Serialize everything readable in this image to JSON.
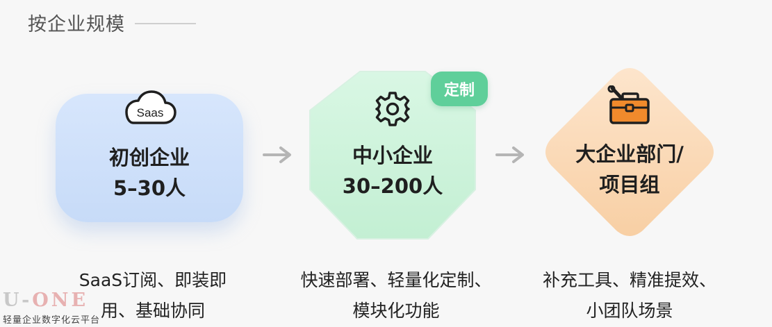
{
  "header": {
    "title": "按企业规模"
  },
  "stages": [
    {
      "label_line1": "初创企业",
      "label_line2": "5–30人",
      "icon_text": "Saas",
      "icon": "cloud-icon",
      "desc_line1": "SaaS订阅、即装即",
      "desc_line2": "用、基础协同"
    },
    {
      "label_line1": "中小企业",
      "label_line2": "30–200人",
      "icon": "gear-icon",
      "badge": "定制",
      "desc_line1": "快速部署、轻量化定制、",
      "desc_line2": "模块化功能"
    },
    {
      "label_line1": "大企业部门/",
      "label_line2": "项目组",
      "icon": "toolbox-icon",
      "desc_line1": "补充工具、精准提效、",
      "desc_line2": "小团队场景"
    }
  ],
  "watermark": {
    "logo_u": "U-",
    "logo_rest": "ONE",
    "subtitle": "轻量企业数字化云平台"
  },
  "colors": {
    "stage1_fill": "#cfe0fa",
    "stage2_fill": "#cdf3dc",
    "stage3_fill": "#fbd9b6",
    "badge": "#5fcf9a",
    "toolbox_orange": "#f08a2c",
    "arrow": "#b5b5b5"
  }
}
